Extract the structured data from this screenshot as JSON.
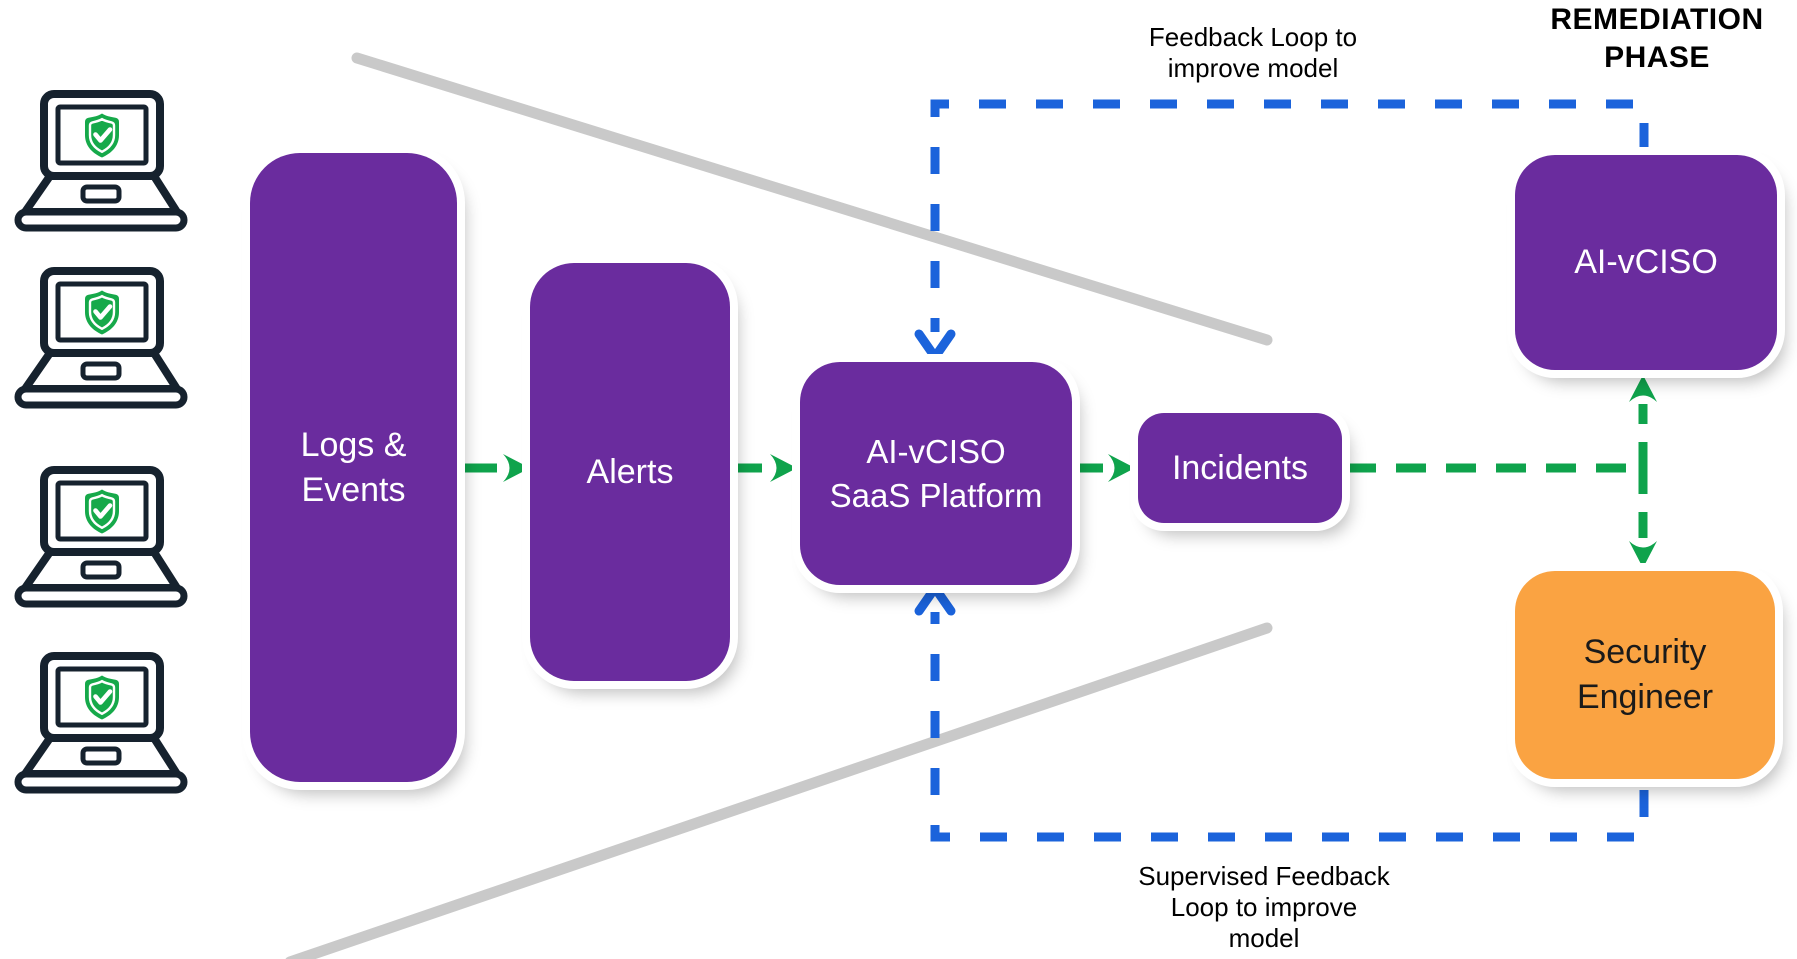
{
  "title": {
    "text": "REMEDIATION\nPHASE"
  },
  "colors": {
    "purple": "#6A2C9E",
    "orange": "#FAA342",
    "green": "#0FA34C",
    "blue": "#1B63DB",
    "gray": "#C9C9C9",
    "laptop_outline": "#16222E",
    "shield_green": "#16A94A",
    "text_on_purple": "#FFFFFF",
    "text_on_orange": "#1A1A1A",
    "label_text": "#000000"
  },
  "endpoints": {
    "count": 4,
    "icon": "laptop-with-shield-check-icon"
  },
  "nodes": [
    {
      "id": "logs",
      "label": "Logs &\nEvents",
      "color": "purple"
    },
    {
      "id": "alerts",
      "label": "Alerts",
      "color": "purple"
    },
    {
      "id": "saas",
      "label": "AI-vCISO\nSaaS Platform",
      "color": "purple"
    },
    {
      "id": "incidents",
      "label": "Incidents",
      "color": "purple"
    },
    {
      "id": "ai_vciso_remediation",
      "label": "AI-vCISO",
      "color": "purple"
    },
    {
      "id": "security_engineer",
      "label": "Security\nEngineer",
      "color": "orange"
    }
  ],
  "edges": [
    {
      "from": "endpoints",
      "to": "logs",
      "style": "implied",
      "color": "none",
      "label": ""
    },
    {
      "from": "logs",
      "to": "alerts",
      "style": "dashed-arrow",
      "color": "green",
      "label": ""
    },
    {
      "from": "alerts",
      "to": "saas",
      "style": "dashed-arrow",
      "color": "green",
      "label": ""
    },
    {
      "from": "saas",
      "to": "incidents",
      "style": "dashed-arrow",
      "color": "green",
      "label": ""
    },
    {
      "from": "incidents",
      "to": "ai_vciso_remediation",
      "style": "dashed-arrow",
      "color": "green",
      "label": ""
    },
    {
      "from": "incidents",
      "to": "security_engineer",
      "style": "dashed-arrow",
      "color": "green",
      "label": ""
    },
    {
      "from": "ai_vciso_remediation",
      "to": "saas",
      "style": "dashed-arrow",
      "color": "blue",
      "label": "Feedback Loop to\nimprove model"
    },
    {
      "from": "security_engineer",
      "to": "saas",
      "style": "dashed-arrow",
      "color": "blue",
      "label": "Supervised Feedback\nLoop to improve\nmodel"
    }
  ]
}
